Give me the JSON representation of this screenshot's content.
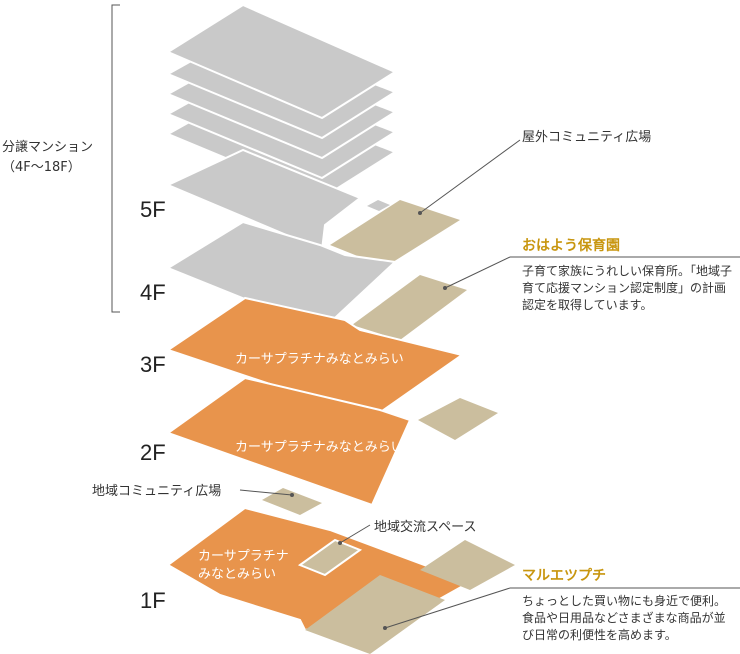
{
  "bracket_label": {
    "line1": "分譲マンション",
    "line2": "（4F〜18F）"
  },
  "floors": [
    "5F",
    "4F",
    "3F",
    "2F",
    "1F"
  ],
  "plates": {
    "f3": "カーサプラチナみなとみらい",
    "f2": "カーサプラチナみなとみらい",
    "f1_line1": "カーサプラチナ",
    "f1_line2": "みなとみらい"
  },
  "callouts": {
    "outdoor": "屋外コミュニティ広場",
    "nursery": {
      "title": "おはよう保育園",
      "desc": "子育て家族にうれしい保育所。「地域子育て応援マンション認定制度」の計画認定を取得しています。"
    },
    "local_plaza": "地域コミュニティ広場",
    "exchange": "地域交流スペース",
    "maruetsu": {
      "title": "マルエツプチ",
      "desc": "ちょっとした買い物にも身近で便利。食品や日用品などさまざまな商品が並び日常の利便性を高めます。"
    }
  },
  "colors": {
    "gray": "#c9c9c9",
    "orange": "#e8944c",
    "beige": "#cbbe9e",
    "gold": "#c8960f"
  }
}
